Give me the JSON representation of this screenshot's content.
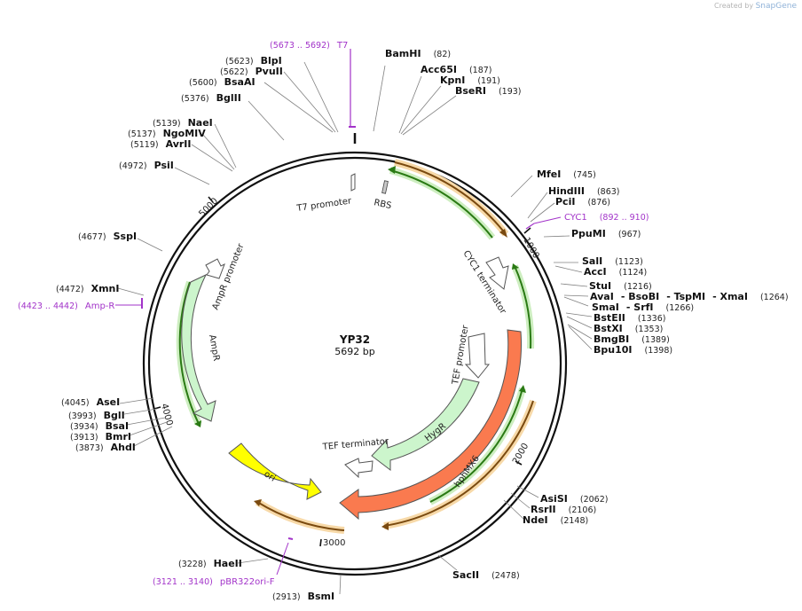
{
  "watermark": {
    "created_by": "Created by",
    "brand": "SnapGene"
  },
  "plasmid": {
    "name": "YP32",
    "length_label": "5692 bp",
    "length": 5692
  },
  "ticks": [
    {
      "pos": 1000,
      "label": "1000"
    },
    {
      "pos": 2000,
      "label": "2000"
    },
    {
      "pos": 3000,
      "label": "3000"
    },
    {
      "pos": 4000,
      "label": "4000"
    },
    {
      "pos": 5000,
      "label": "5000"
    }
  ],
  "sites": [
    {
      "name": "BamHI",
      "pos": "(82)"
    },
    {
      "name": "Acc65I",
      "pos": "(187)"
    },
    {
      "name": "KpnI",
      "pos": "(191)"
    },
    {
      "name": "BseRI",
      "pos": "(193)"
    },
    {
      "name": "MfeI",
      "pos": "(745)"
    },
    {
      "name": "HindIII",
      "pos": "(863)"
    },
    {
      "name": "PciI",
      "pos": "(876)"
    },
    {
      "name": "PpuMI",
      "pos": "(967)"
    },
    {
      "name": "SalI",
      "pos": "(1123)"
    },
    {
      "name": "AccI",
      "pos": "(1124)"
    },
    {
      "name": "StuI",
      "pos": "(1216)"
    },
    {
      "name": "AvaI",
      "pos": ""
    },
    {
      "name": "- BsoBI",
      "pos": ""
    },
    {
      "name": "- TspMI",
      "pos": ""
    },
    {
      "name": "- XmaI",
      "pos": "(1264)"
    },
    {
      "name": "SmaI",
      "pos": ""
    },
    {
      "name": "- SrfI",
      "pos": "(1266)"
    },
    {
      "name": "BstEII",
      "pos": "(1336)"
    },
    {
      "name": "BstXI",
      "pos": "(1353)"
    },
    {
      "name": "BmgBI",
      "pos": "(1389)"
    },
    {
      "name": "Bpu10I",
      "pos": "(1398)"
    },
    {
      "name": "AsiSI",
      "pos": "(2062)"
    },
    {
      "name": "RsrII",
      "pos": "(2106)"
    },
    {
      "name": "NdeI",
      "pos": "(2148)"
    },
    {
      "name": "SacII",
      "pos": "(2478)"
    },
    {
      "name": "BsmI",
      "pos": "(2913)"
    },
    {
      "name": "HaeII",
      "pos": "(3228)"
    },
    {
      "name": "AhdI",
      "pos": "(3873)"
    },
    {
      "name": "BmrI",
      "pos": "(3913)"
    },
    {
      "name": "BsaI",
      "pos": "(3934)"
    },
    {
      "name": "BglI",
      "pos": "(3993)"
    },
    {
      "name": "AseI",
      "pos": "(4045)"
    },
    {
      "name": "XmnI",
      "pos": "(4472)"
    },
    {
      "name": "SspI",
      "pos": "(4677)"
    },
    {
      "name": "PsiI",
      "pos": "(4972)"
    },
    {
      "name": "AvrII",
      "pos": "(5119)"
    },
    {
      "name": "NgoMIV",
      "pos": "(5137)"
    },
    {
      "name": "NaeI",
      "pos": "(5139)"
    },
    {
      "name": "BglII",
      "pos": "(5376)"
    },
    {
      "name": "BsaAI",
      "pos": "(5600)"
    },
    {
      "name": "PvuII",
      "pos": "(5622)"
    },
    {
      "name": "BlpI",
      "pos": "(5623)"
    }
  ],
  "primers": [
    {
      "name": "T7",
      "range": "(5673 .. 5692)"
    },
    {
      "name": "CYC1",
      "range": "(892 .. 910)"
    },
    {
      "name": "Amp-R",
      "range": "(4423 .. 4442)"
    },
    {
      "name": "pBR322ori-F",
      "range": "(3121 .. 3140)"
    }
  ],
  "features": [
    {
      "name": "T7 promoter",
      "type": "promoter"
    },
    {
      "name": "RBS",
      "type": "rbs"
    },
    {
      "name": "CYC1 terminator",
      "type": "terminator"
    },
    {
      "name": "TEF promoter",
      "type": "promoter"
    },
    {
      "name": "HygR",
      "type": "cds"
    },
    {
      "name": "hphMX6",
      "type": "cds"
    },
    {
      "name": "TEF terminator",
      "type": "terminator"
    },
    {
      "name": "ori",
      "type": "rep_origin"
    },
    {
      "name": "AmpR",
      "type": "cds"
    },
    {
      "name": "AmpR promoter",
      "type": "promoter"
    }
  ],
  "colors": {
    "backbone": "#111111",
    "promoter": "#ffffff",
    "cds_light": "#ccf5cc",
    "hphMX6": "#fa7a4f",
    "ori": "#ffff00",
    "primer": "#a233c9",
    "orange_feature": "#f5b041",
    "green_feature": "#2a8a1a"
  }
}
